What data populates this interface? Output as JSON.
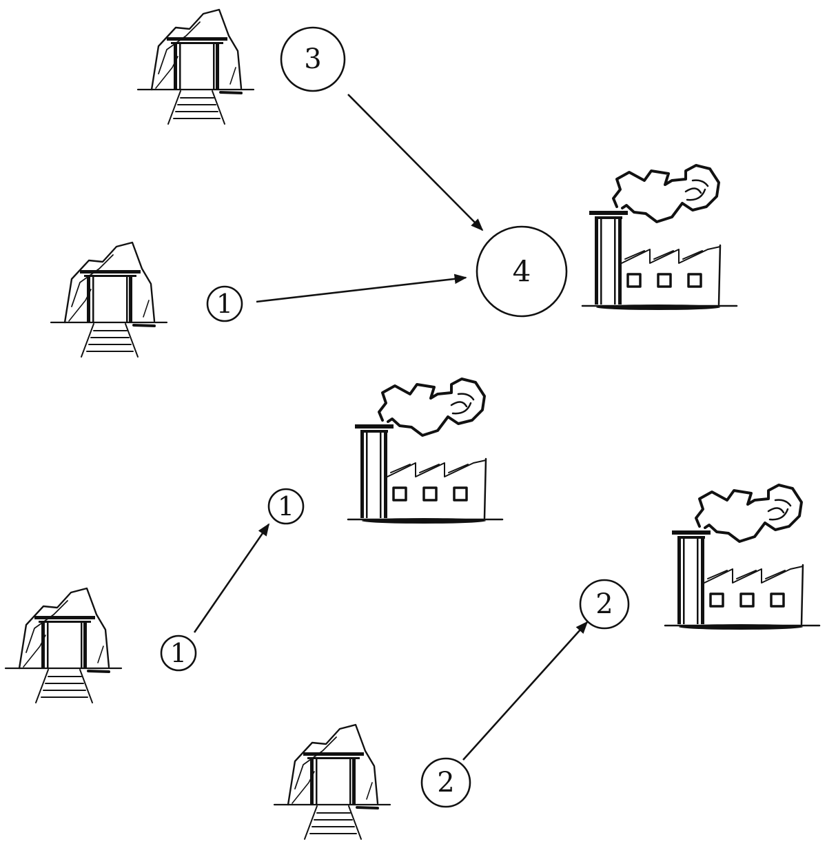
{
  "colors": {
    "ink": "#111111",
    "background": "#ffffff"
  },
  "nodes": [
    {
      "id": "n3-top",
      "label": "3"
    },
    {
      "id": "n1-mid",
      "label": "1"
    },
    {
      "id": "n4",
      "label": "4"
    },
    {
      "id": "n1-lower-target",
      "label": "1"
    },
    {
      "id": "n1-lower-source",
      "label": "1"
    },
    {
      "id": "n2-target",
      "label": "2"
    },
    {
      "id": "n2-source",
      "label": "2"
    }
  ],
  "edges": [
    {
      "from": "n3-top",
      "to": "n4"
    },
    {
      "from": "n1-mid",
      "to": "n4"
    },
    {
      "from": "n1-lower-source",
      "to": "n1-lower-target"
    },
    {
      "from": "n2-source",
      "to": "n2-target"
    }
  ],
  "icons": {
    "mine": "mine-icon",
    "factory": "factory-icon"
  }
}
